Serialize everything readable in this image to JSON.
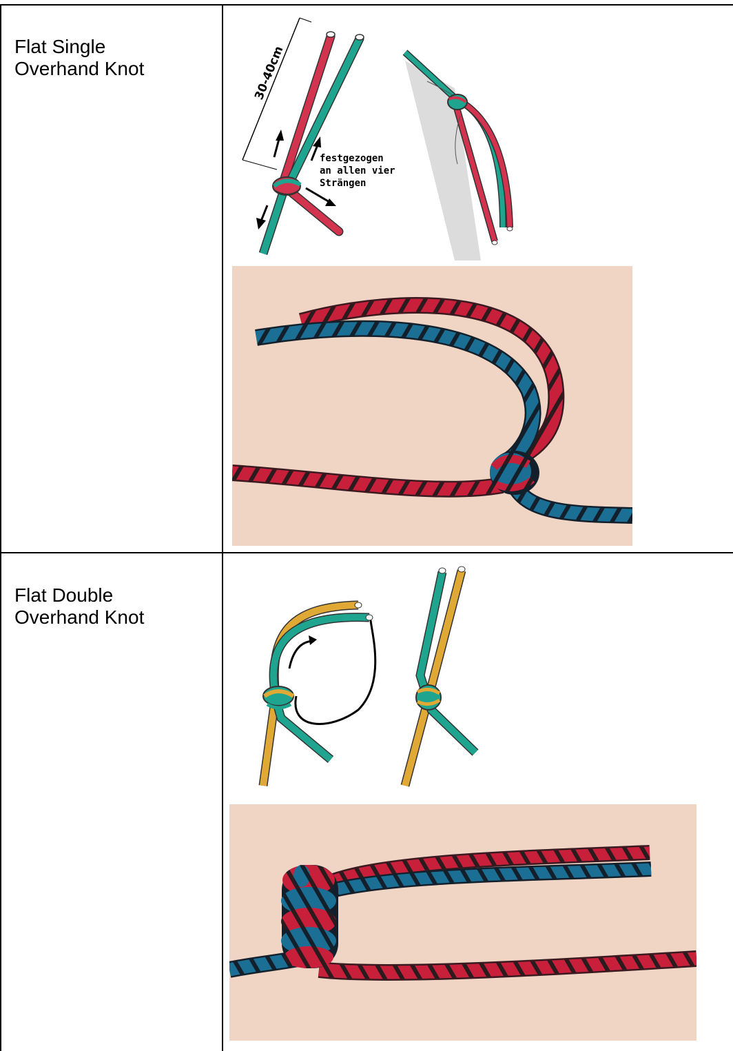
{
  "rows": [
    {
      "title": "Flat Single\nOverhand Knot",
      "diagram": {
        "length_label": "30-40cm",
        "note_lines": [
          "festgezogen",
          "an allen vier",
          "Strängen"
        ]
      },
      "rope_colors": [
        "#d2334f",
        "#1fa58f"
      ],
      "photo_colors": [
        "#c8203a",
        "#1b6f95"
      ]
    },
    {
      "title": "Flat Double\nOverhand Knot",
      "rope_colors": [
        "#1fa58f",
        "#e0a935"
      ],
      "photo_colors": [
        "#c8203a",
        "#1b6f95"
      ]
    }
  ],
  "colors": {
    "photo_background": "#f1d5c4",
    "grid_line": "#000000"
  }
}
